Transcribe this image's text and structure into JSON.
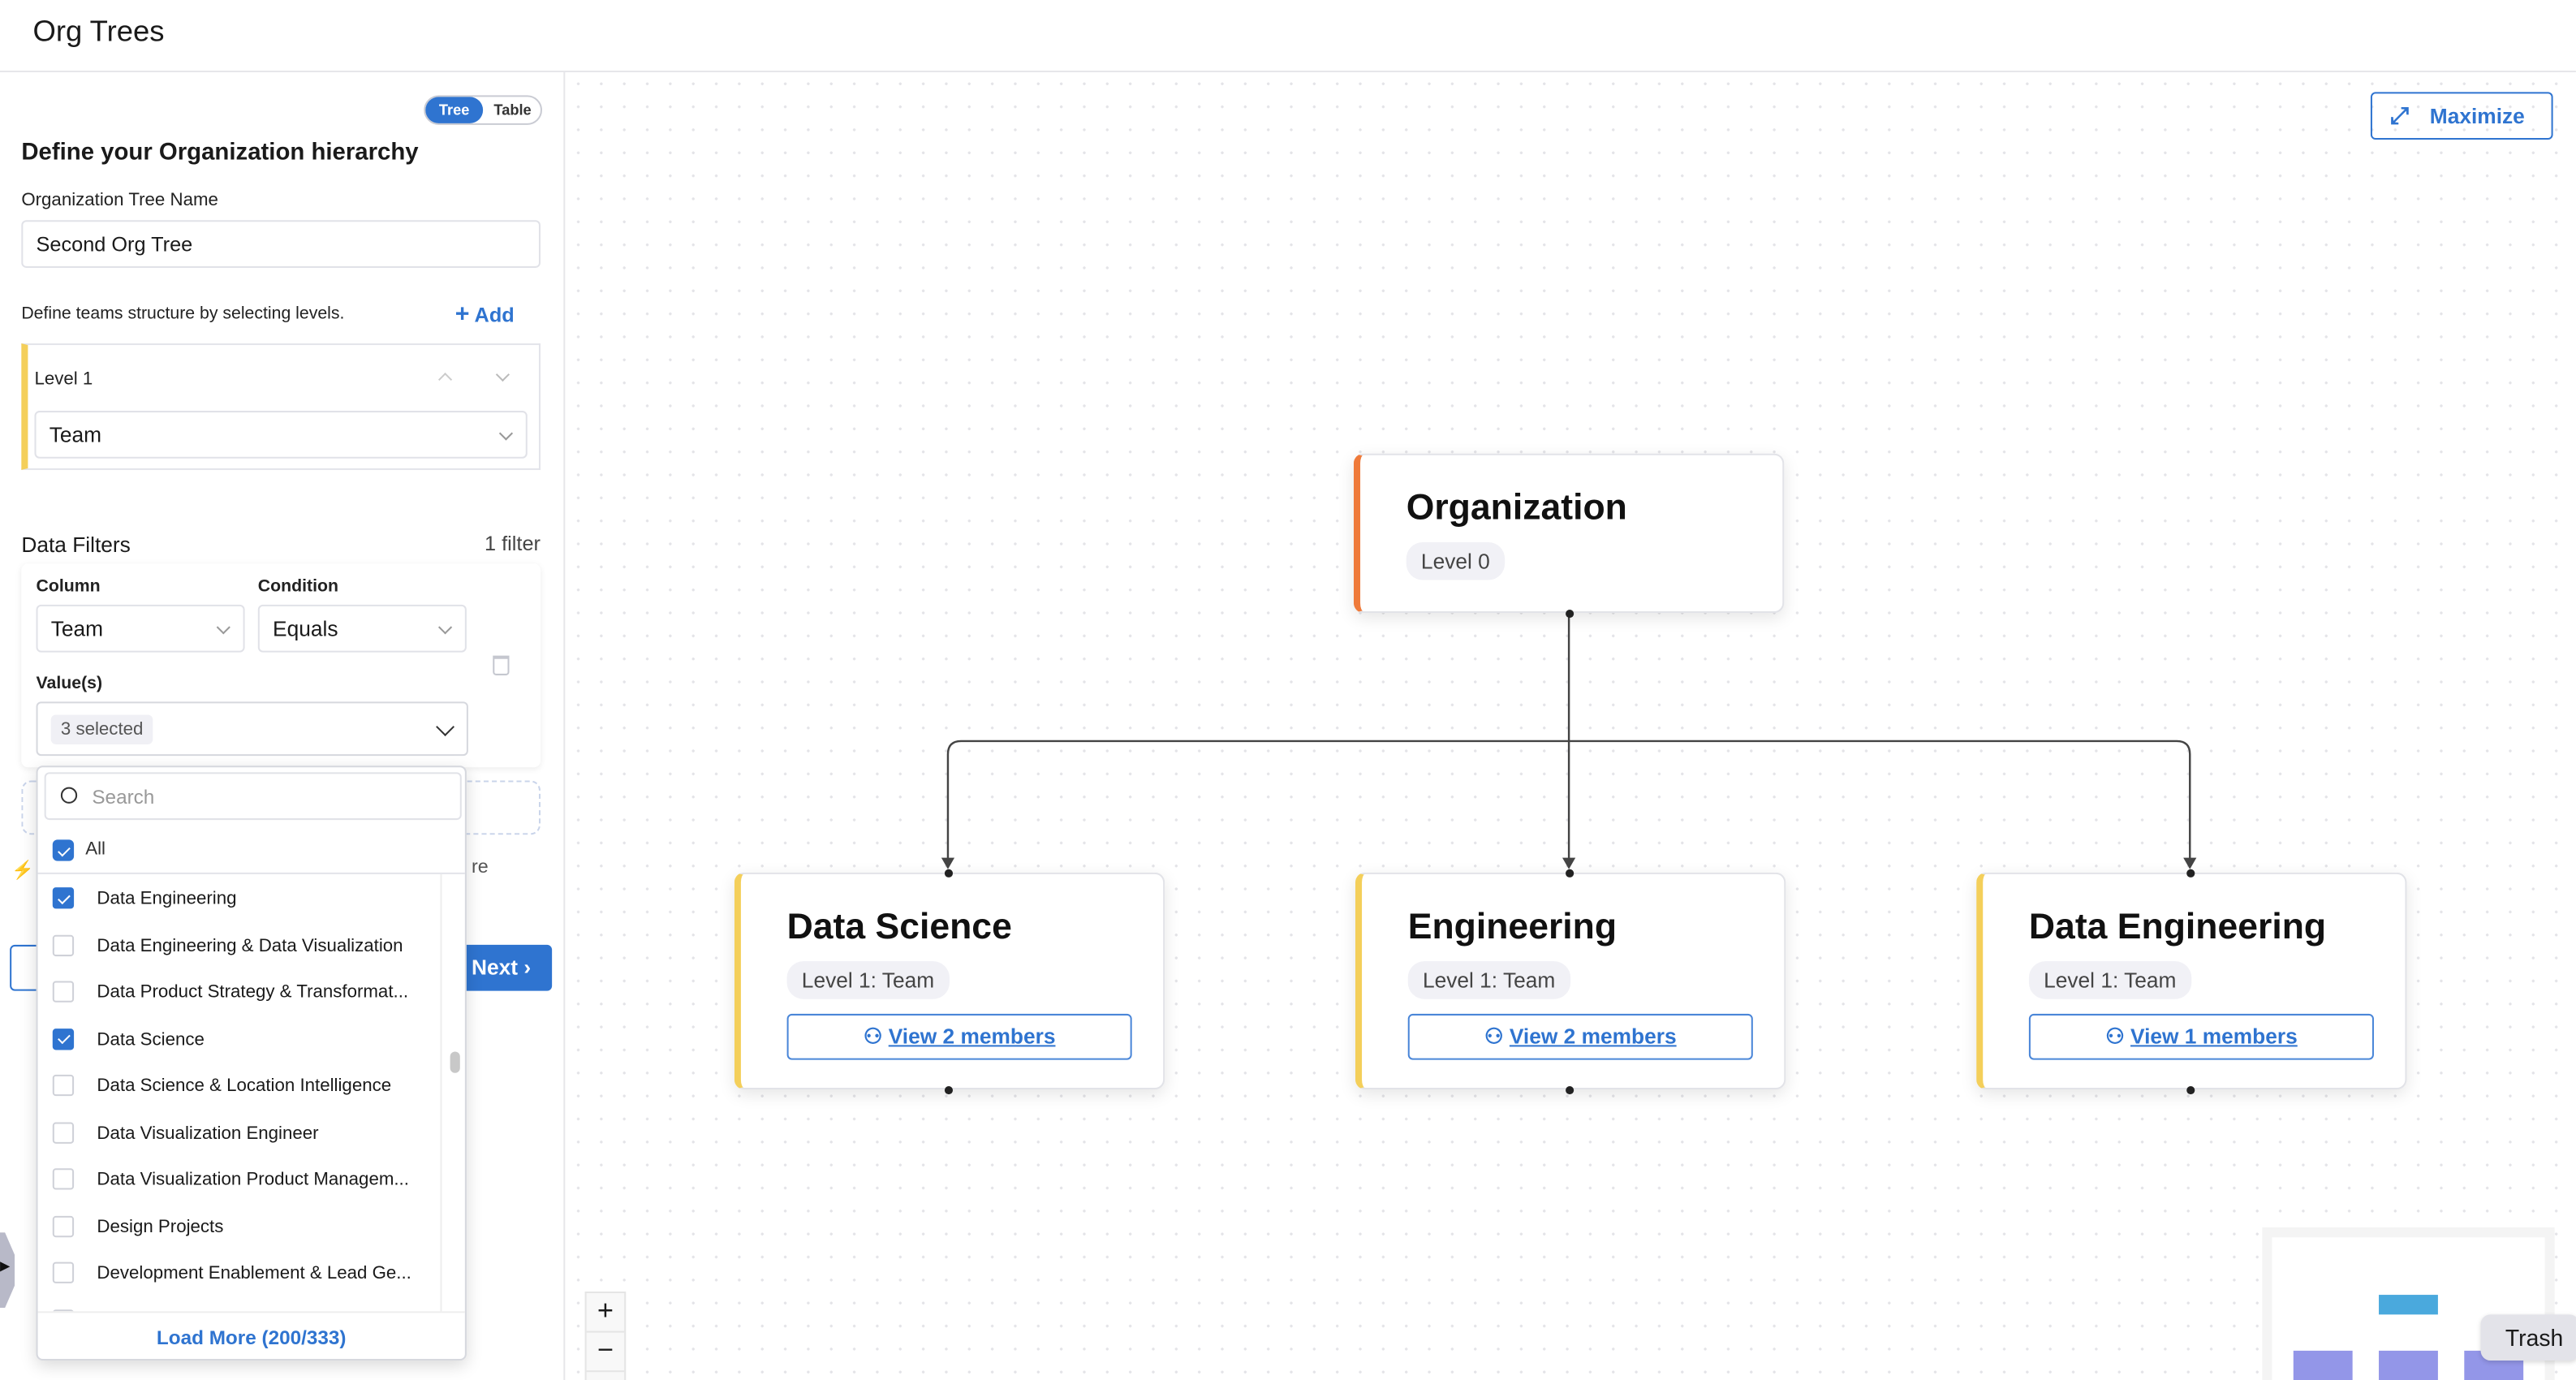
{
  "header": {
    "title": "Org Trees"
  },
  "view_toggle": {
    "tree": "Tree",
    "table": "Table",
    "active": "Tree"
  },
  "panel": {
    "heading": "Define your Organization hierarchy",
    "tree_name_label": "Organization Tree Name",
    "tree_name_value": "Second Org Tree",
    "levels_hint": "Define teams structure by selecting levels.",
    "add_label": "Add",
    "levels": [
      {
        "label": "Level 1",
        "value": "Team"
      }
    ],
    "filters_title": "Data Filters",
    "filters_count": "1 filter",
    "filter": {
      "column_label": "Column",
      "column_value": "Team",
      "condition_label": "Condition",
      "condition_value": "Equals",
      "values_label": "Value(s)",
      "values_selected": "3 selected"
    },
    "partial_text": "re",
    "next_label": "Next"
  },
  "dropdown": {
    "search_placeholder": "Search",
    "all_label": "All",
    "items": [
      {
        "label": "Data Engineering",
        "checked": true
      },
      {
        "label": "Data Engineering & Data Visualization",
        "checked": false
      },
      {
        "label": "Data Product Strategy & Transformat...",
        "checked": false
      },
      {
        "label": "Data Science",
        "checked": true
      },
      {
        "label": "Data Science & Location Intelligence",
        "checked": false
      },
      {
        "label": "Data Visualization Engineer",
        "checked": false
      },
      {
        "label": "Data Visualization Product Managem...",
        "checked": false
      },
      {
        "label": "Design Projects",
        "checked": false
      },
      {
        "label": "Development Enablement & Lead Ge...",
        "checked": false
      }
    ],
    "load_more": "Load More (200/333)"
  },
  "canvas": {
    "maximize_label": "Maximize",
    "root": {
      "title": "Organization",
      "level": "Level 0",
      "accent": "#ef7a3a"
    },
    "children": [
      {
        "title": "Data Science",
        "level": "Level 1: Team",
        "members": "View 2 members"
      },
      {
        "title": "Engineering",
        "level": "Level 1: Team",
        "members": "View 2 members"
      },
      {
        "title": "Data Engineering",
        "level": "Level 1: Team",
        "members": "View 1 members"
      }
    ],
    "child_accent": "#f4cf5a",
    "zoom_in": "+",
    "zoom_out": "−",
    "tooltip": "Trash"
  }
}
